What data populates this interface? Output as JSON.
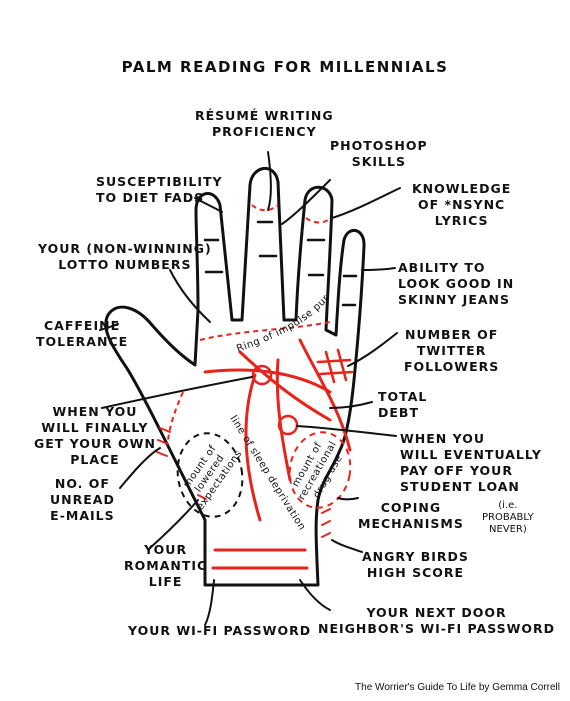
{
  "title": "PALM READING FOR MILLENNIALS",
  "credit": "The Worrier's Guide To Life by Gemma Correll",
  "labels": {
    "resume": [
      "RÉSUMÉ WRITING",
      "PROFICIENCY"
    ],
    "photoshop": [
      "PHOTOSHOP",
      "SKILLS"
    ],
    "diet": [
      "SUSCEPTIBILITY",
      "TO DIET FADS"
    ],
    "nsync": [
      "KNOWLEDGE",
      "OF *NSYNC",
      "LYRICS"
    ],
    "lotto": [
      "YOUR (NON-WINNING)",
      "LOTTO NUMBERS"
    ],
    "jeans": [
      "ABILITY TO",
      "LOOK GOOD IN",
      "SKINNY JEANS"
    ],
    "caffeine": [
      "CAFFEINE",
      "TOLERANCE"
    ],
    "twitter": [
      "NUMBER OF",
      "TWITTER",
      "FOLLOWERS"
    ],
    "debt": [
      "TOTAL",
      "DEBT"
    ],
    "job": [
      "WHEN YOU",
      "WILL FINALLY",
      "GET YOUR OWN",
      "PLACE"
    ],
    "loan": [
      "WHEN YOU",
      "WILL EVENTUALLY",
      "PAY OFF YOUR",
      "STUDENT LOAN"
    ],
    "loan_note": [
      "(i.e.",
      "PROBABLY",
      "NEVER)"
    ],
    "emails": [
      "NO. OF",
      "UNREAD",
      "E-MAILS"
    ],
    "coping": [
      "COPING",
      "MECHANISMS"
    ],
    "romantic": [
      "YOUR",
      "ROMANTIC",
      "LIFE"
    ],
    "angry": [
      "ANGRY BIRDS",
      "HIGH SCORE"
    ],
    "neighbor": [
      "YOUR NEXT DOOR",
      "NEIGHBOR'S WI-FI PASSWORD"
    ],
    "wifi": [
      "YOUR WI-FI PASSWORD"
    ]
  },
  "palm": {
    "ring": "Ring of impulse purchases",
    "sleep": "line of sleep deprivation",
    "mount_lowered": [
      "mount of",
      "lowered",
      "expectations"
    ],
    "mount_recreational": [
      "mount of",
      "recreational",
      "drug use"
    ]
  },
  "colors": {
    "ink": "#111111",
    "red": "#e8231c"
  }
}
